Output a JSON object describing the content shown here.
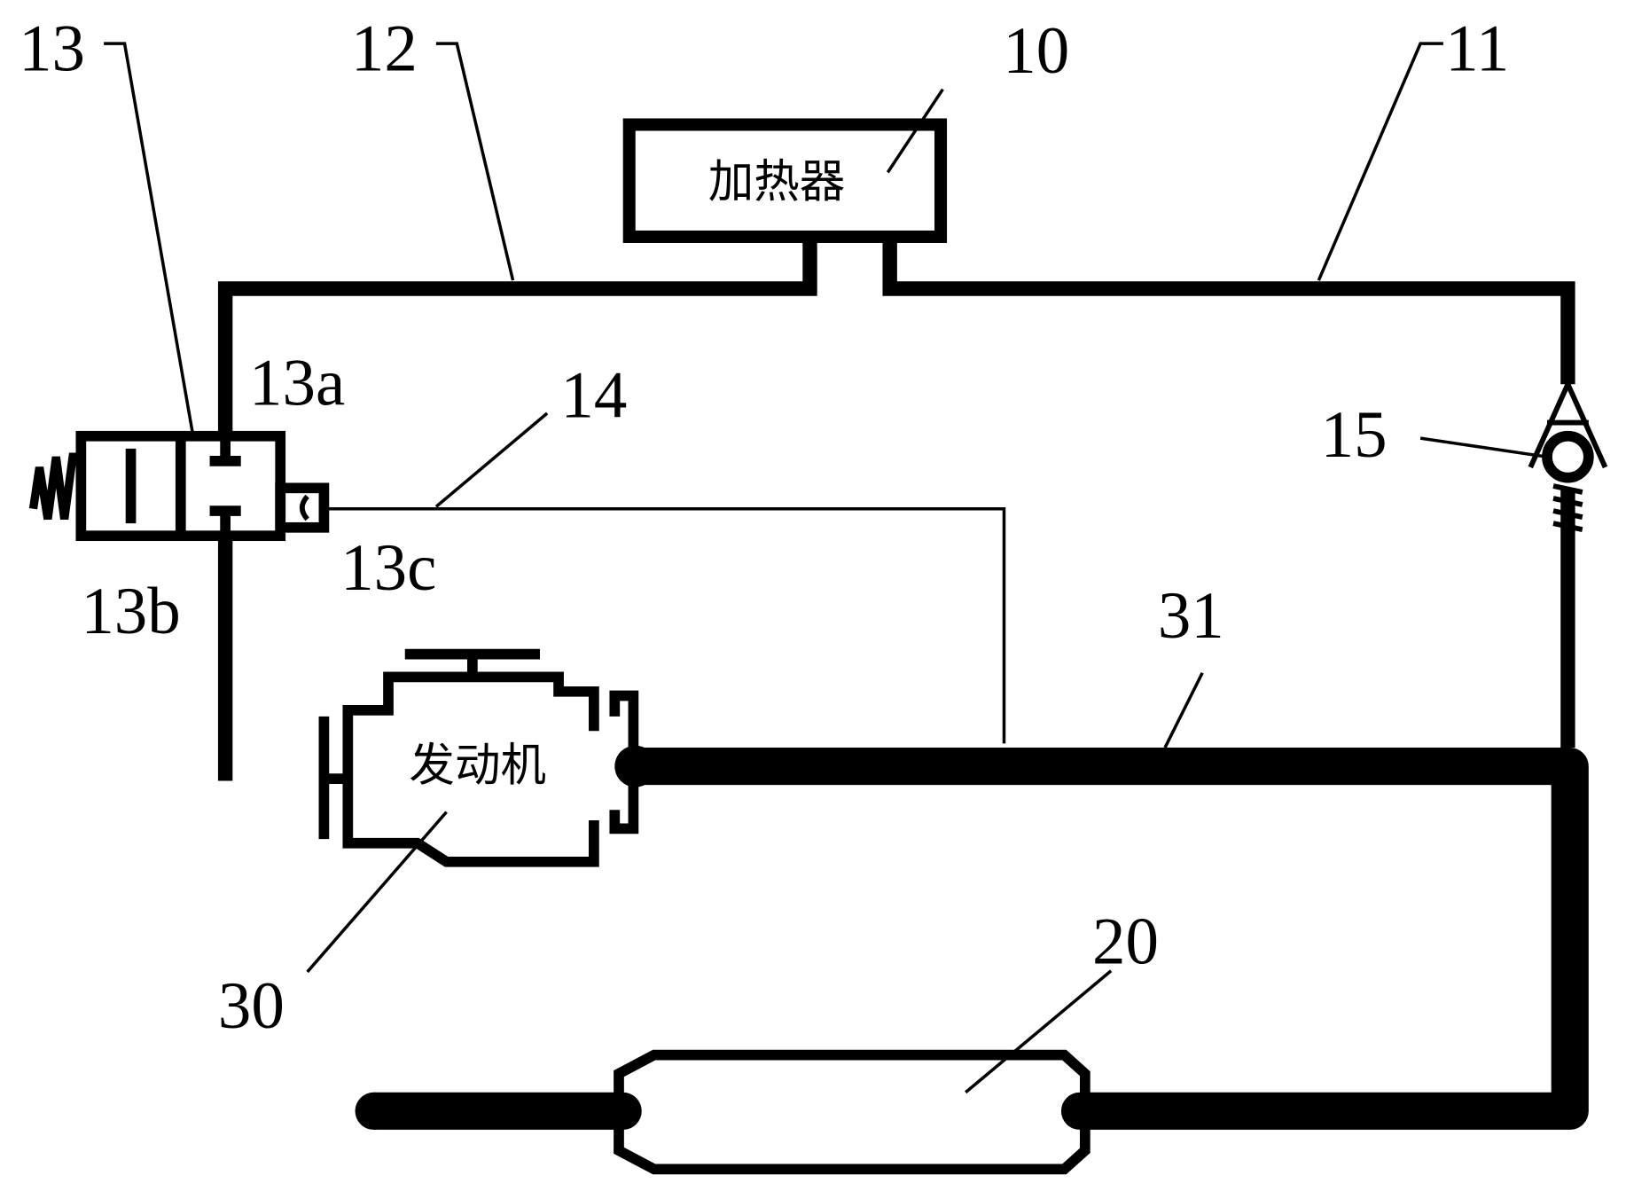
{
  "diagram": {
    "components": {
      "heater": {
        "ref": "10",
        "label": "加热器"
      },
      "engine": {
        "ref": "30",
        "label": "发动机"
      },
      "aftertreatment": {
        "ref": "20"
      },
      "exhaust_pipe": {
        "ref": "31"
      },
      "heater_outlet_line": {
        "ref": "11"
      },
      "heater_inlet_line": {
        "ref": "12"
      },
      "control_valve": {
        "ref": "13",
        "port_a": "13a",
        "port_b": "13b",
        "port_c": "13c"
      },
      "pilot_line": {
        "ref": "14"
      },
      "check_valve": {
        "ref": "15"
      }
    }
  }
}
